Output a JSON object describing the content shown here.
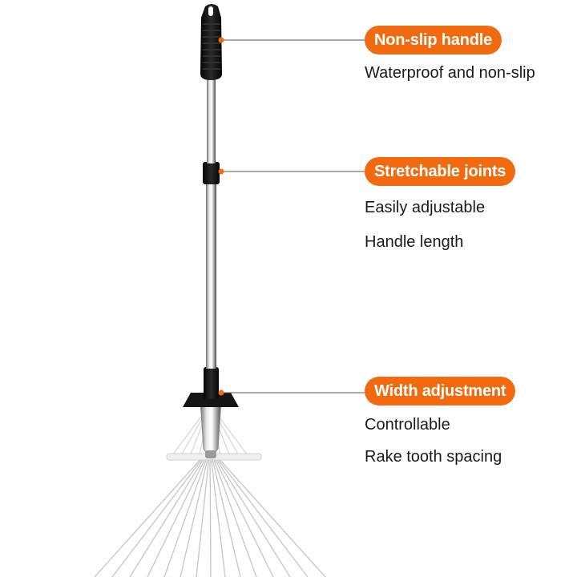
{
  "accent_color": "#f26a0f",
  "product_illustration": "telescopic-garden-leaf-rake",
  "callouts": [
    {
      "label": "Non-slip handle",
      "lines": [
        "Waterproof and non-slip"
      ]
    },
    {
      "label": "Stretchable joints",
      "lines": [
        "Easily adjustable",
        "Handle length"
      ]
    },
    {
      "label": "Width adjustment",
      "lines": [
        "Controllable",
        "Rake tooth spacing"
      ]
    }
  ]
}
